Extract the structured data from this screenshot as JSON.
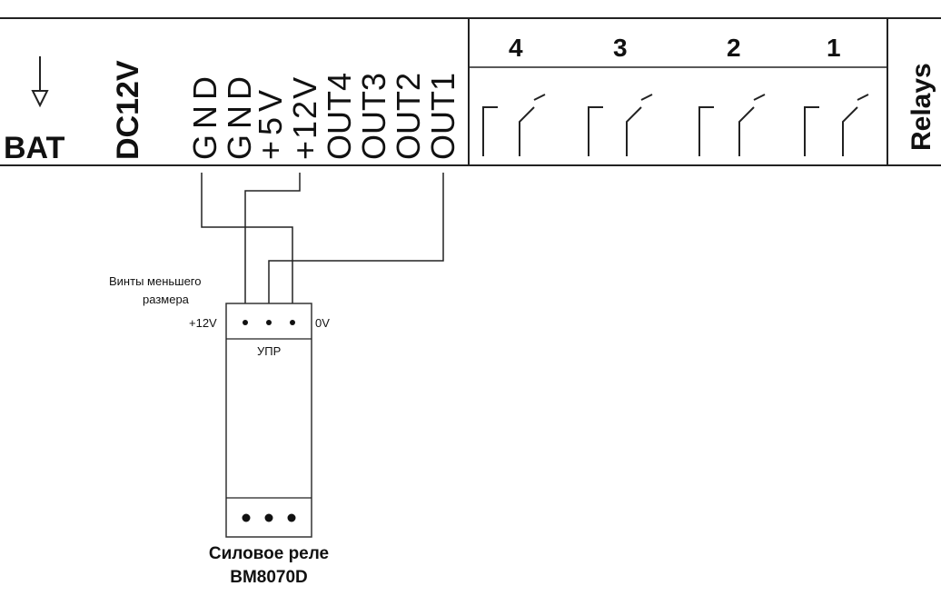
{
  "controller": {
    "bat_label": "BAT",
    "dc_label": "DC12V",
    "terminals": [
      "GND",
      "GND",
      "+5V",
      "+12V",
      "OUT4",
      "OUT3",
      "OUT2",
      "OUT1"
    ],
    "relays_label": "Relays",
    "relay_numbers": [
      "4",
      "3",
      "2",
      "1"
    ]
  },
  "relay_module": {
    "screws_note_line1": "Винты меньшего",
    "screws_note_line2": "размера",
    "left_pin_label": "+12V",
    "right_pin_label": "0V",
    "control_label": "УПР",
    "name_line1": "Силовое реле",
    "name_line2": "BM8070D"
  }
}
